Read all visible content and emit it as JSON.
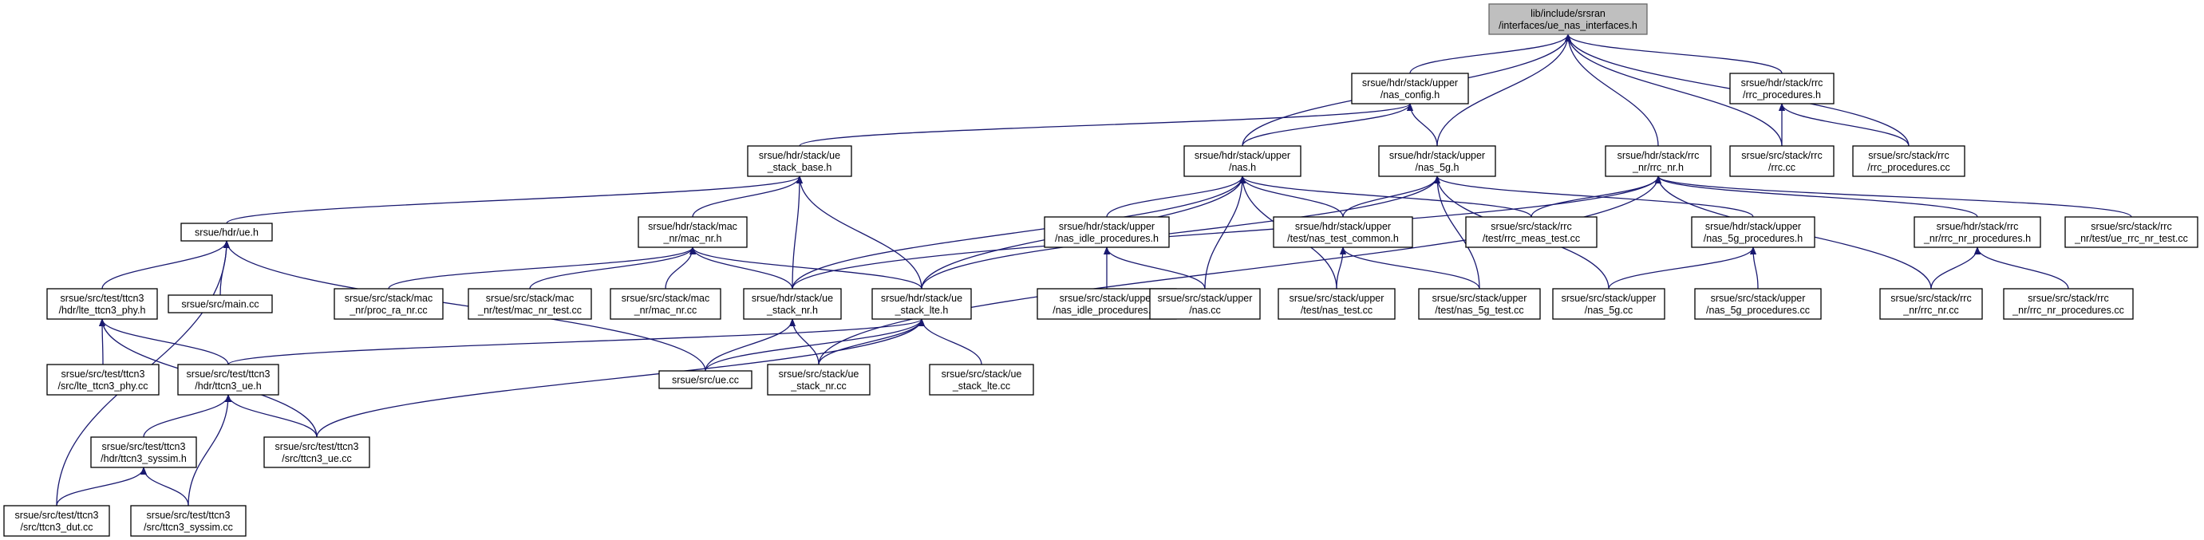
{
  "nodes": [
    {
      "id": "root",
      "lines": [
        "lib/include/srsran",
        "/interfaces/ue_nas_interfaces.h"
      ],
      "root": true
    },
    {
      "id": "nas_config",
      "lines": [
        "srsue/hdr/stack/upper",
        "/nas_config.h"
      ]
    },
    {
      "id": "rrc_procedures_h",
      "lines": [
        "srsue/hdr/stack/rrc",
        "/rrc_procedures.h"
      ]
    },
    {
      "id": "ue_stack_base",
      "lines": [
        "srsue/hdr/stack/ue",
        "_stack_base.h"
      ]
    },
    {
      "id": "nas_h",
      "lines": [
        "srsue/hdr/stack/upper",
        "/nas.h"
      ]
    },
    {
      "id": "nas_5g_h",
      "lines": [
        "srsue/hdr/stack/upper",
        "/nas_5g.h"
      ]
    },
    {
      "id": "rrc_nr_h",
      "lines": [
        "srsue/hdr/stack/rrc",
        "_nr/rrc_nr.h"
      ]
    },
    {
      "id": "rrc_cc",
      "lines": [
        "srsue/src/stack/rrc",
        "/rrc.cc"
      ]
    },
    {
      "id": "rrc_procedures_cc",
      "lines": [
        "srsue/src/stack/rrc",
        "/rrc_procedures.cc"
      ]
    },
    {
      "id": "ue_h",
      "lines": [
        "srsue/hdr/ue.h"
      ]
    },
    {
      "id": "mac_nr_h",
      "lines": [
        "srsue/hdr/stack/mac",
        "_nr/mac_nr.h"
      ]
    },
    {
      "id": "nas_idle_procedures_h",
      "lines": [
        "srsue/hdr/stack/upper",
        "/nas_idle_procedures.h"
      ]
    },
    {
      "id": "nas_test_common_h",
      "lines": [
        "srsue/hdr/stack/upper",
        "/test/nas_test_common.h"
      ]
    },
    {
      "id": "rrc_meas_test_cc",
      "lines": [
        "srsue/src/stack/rrc",
        "/test/rrc_meas_test.cc"
      ]
    },
    {
      "id": "nas_5g_procedures_h",
      "lines": [
        "srsue/hdr/stack/upper",
        "/nas_5g_procedures.h"
      ]
    },
    {
      "id": "rrc_nr_procedures_h",
      "lines": [
        "srsue/hdr/stack/rrc",
        "_nr/rrc_nr_procedures.h"
      ]
    },
    {
      "id": "ue_rrc_nr_test_cc",
      "lines": [
        "srsue/src/stack/rrc",
        "_nr/test/ue_rrc_nr_test.cc"
      ]
    },
    {
      "id": "lte_ttcn3_phy_h",
      "lines": [
        "srsue/src/test/ttcn3",
        "/hdr/lte_ttcn3_phy.h"
      ]
    },
    {
      "id": "main_cc",
      "lines": [
        "srsue/src/main.cc"
      ]
    },
    {
      "id": "proc_ra_nr_cc",
      "lines": [
        "srsue/src/stack/mac",
        "_nr/proc_ra_nr.cc"
      ]
    },
    {
      "id": "mac_nr_test_cc",
      "lines": [
        "srsue/src/stack/mac",
        "_nr/test/mac_nr_test.cc"
      ]
    },
    {
      "id": "mac_nr_cc",
      "lines": [
        "srsue/src/stack/mac",
        "_nr/mac_nr.cc"
      ]
    },
    {
      "id": "ue_stack_nr_h",
      "lines": [
        "srsue/hdr/stack/ue",
        "_stack_nr.h"
      ]
    },
    {
      "id": "ue_stack_lte_h",
      "lines": [
        "srsue/hdr/stack/ue",
        "_stack_lte.h"
      ]
    },
    {
      "id": "nas_idle_procedures_cc",
      "lines": [
        "srsue/src/stack/upper",
        "/nas_idle_procedures.cc"
      ]
    },
    {
      "id": "nas_cc",
      "lines": [
        "srsue/src/stack/upper",
        "/nas.cc"
      ]
    },
    {
      "id": "nas_test_cc",
      "lines": [
        "srsue/src/stack/upper",
        "/test/nas_test.cc"
      ]
    },
    {
      "id": "nas_5g_test_cc",
      "lines": [
        "srsue/src/stack/upper",
        "/test/nas_5g_test.cc"
      ]
    },
    {
      "id": "nas_5g_cc",
      "lines": [
        "srsue/src/stack/upper",
        "/nas_5g.cc"
      ]
    },
    {
      "id": "nas_5g_procedures_cc",
      "lines": [
        "srsue/src/stack/upper",
        "/nas_5g_procedures.cc"
      ]
    },
    {
      "id": "rrc_nr_cc",
      "lines": [
        "srsue/src/stack/rrc",
        "_nr/rrc_nr.cc"
      ]
    },
    {
      "id": "rrc_nr_procedures_cc",
      "lines": [
        "srsue/src/stack/rrc",
        "_nr/rrc_nr_procedures.cc"
      ]
    },
    {
      "id": "lte_ttcn3_phy_cc",
      "lines": [
        "srsue/src/test/ttcn3",
        "/src/lte_ttcn3_phy.cc"
      ]
    },
    {
      "id": "ttcn3_ue_h",
      "lines": [
        "srsue/src/test/ttcn3",
        "/hdr/ttcn3_ue.h"
      ]
    },
    {
      "id": "ue_cc",
      "lines": [
        "srsue/src/ue.cc"
      ]
    },
    {
      "id": "ue_stack_nr_cc",
      "lines": [
        "srsue/src/stack/ue",
        "_stack_nr.cc"
      ]
    },
    {
      "id": "ue_stack_lte_cc",
      "lines": [
        "srsue/src/stack/ue",
        "_stack_lte.cc"
      ]
    },
    {
      "id": "ttcn3_syssim_h",
      "lines": [
        "srsue/src/test/ttcn3",
        "/hdr/ttcn3_syssim.h"
      ]
    },
    {
      "id": "ttcn3_ue_cc",
      "lines": [
        "srsue/src/test/ttcn3",
        "/src/ttcn3_ue.cc"
      ]
    },
    {
      "id": "ttcn3_dut_cc",
      "lines": [
        "srsue/src/test/ttcn3",
        "/src/ttcn3_dut.cc"
      ]
    },
    {
      "id": "ttcn3_syssim_cc",
      "lines": [
        "srsue/src/test/ttcn3",
        "/src/ttcn3_syssim.cc"
      ]
    }
  ],
  "edges": [
    [
      "nas_config",
      "root"
    ],
    [
      "rrc_procedures_h",
      "root"
    ],
    [
      "nas_h",
      "root"
    ],
    [
      "nas_5g_h",
      "root"
    ],
    [
      "rrc_nr_h",
      "root"
    ],
    [
      "rrc_cc",
      "root"
    ],
    [
      "rrc_procedures_cc",
      "root"
    ],
    [
      "ue_stack_base",
      "nas_config"
    ],
    [
      "nas_h",
      "nas_config"
    ],
    [
      "nas_5g_h",
      "nas_config"
    ],
    [
      "rrc_cc",
      "rrc_procedures_h"
    ],
    [
      "rrc_procedures_cc",
      "rrc_procedures_h"
    ],
    [
      "ue_h",
      "ue_stack_base"
    ],
    [
      "mac_nr_h",
      "ue_stack_base"
    ],
    [
      "ue_stack_nr_h",
      "ue_stack_base"
    ],
    [
      "ue_stack_lte_h",
      "ue_stack_base"
    ],
    [
      "nas_idle_procedures_h",
      "nas_h"
    ],
    [
      "nas_test_common_h",
      "nas_h"
    ],
    [
      "rrc_meas_test_cc",
      "nas_h"
    ],
    [
      "ue_stack_nr_h",
      "nas_h"
    ],
    [
      "ue_stack_lte_h",
      "nas_h"
    ],
    [
      "nas_cc",
      "nas_h"
    ],
    [
      "nas_test_cc",
      "nas_h"
    ],
    [
      "nas_test_common_h",
      "nas_5g_h"
    ],
    [
      "nas_5g_procedures_h",
      "nas_5g_h"
    ],
    [
      "nas_5g_test_cc",
      "nas_5g_h"
    ],
    [
      "nas_5g_cc",
      "nas_5g_h"
    ],
    [
      "ue_stack_lte_h",
      "nas_5g_h"
    ],
    [
      "rrc_meas_test_cc",
      "rrc_nr_h"
    ],
    [
      "rrc_nr_procedures_h",
      "rrc_nr_h"
    ],
    [
      "ue_rrc_nr_test_cc",
      "rrc_nr_h"
    ],
    [
      "rrc_nr_cc",
      "rrc_nr_h"
    ],
    [
      "ue_stack_nr_h",
      "rrc_nr_h"
    ],
    [
      "ue_stack_nr_cc",
      "rrc_nr_h"
    ],
    [
      "lte_ttcn3_phy_h",
      "ue_h"
    ],
    [
      "main_cc",
      "ue_h"
    ],
    [
      "ue_cc",
      "ue_h"
    ],
    [
      "ttcn3_dut_cc",
      "ue_h"
    ],
    [
      "proc_ra_nr_cc",
      "mac_nr_h"
    ],
    [
      "mac_nr_test_cc",
      "mac_nr_h"
    ],
    [
      "mac_nr_cc",
      "mac_nr_h"
    ],
    [
      "ue_stack_nr_h",
      "mac_nr_h"
    ],
    [
      "ue_stack_lte_h",
      "mac_nr_h"
    ],
    [
      "nas_idle_procedures_cc",
      "nas_idle_procedures_h"
    ],
    [
      "nas_cc",
      "nas_idle_procedures_h"
    ],
    [
      "nas_test_cc",
      "nas_test_common_h"
    ],
    [
      "nas_5g_test_cc",
      "nas_test_common_h"
    ],
    [
      "nas_5g_cc",
      "nas_5g_procedures_h"
    ],
    [
      "nas_5g_procedures_cc",
      "nas_5g_procedures_h"
    ],
    [
      "rrc_nr_cc",
      "rrc_nr_procedures_h"
    ],
    [
      "rrc_nr_procedures_cc",
      "rrc_nr_procedures_h"
    ],
    [
      "lte_ttcn3_phy_cc",
      "lte_ttcn3_phy_h"
    ],
    [
      "ttcn3_ue_h",
      "lte_ttcn3_phy_h"
    ],
    [
      "ttcn3_ue_cc",
      "lte_ttcn3_phy_h"
    ],
    [
      "ue_cc",
      "ue_stack_nr_h"
    ],
    [
      "ue_stack_nr_cc",
      "ue_stack_nr_h"
    ],
    [
      "ttcn3_ue_h",
      "ue_stack_lte_h"
    ],
    [
      "ue_cc",
      "ue_stack_lte_h"
    ],
    [
      "ue_stack_nr_cc",
      "ue_stack_lte_h"
    ],
    [
      "ue_stack_lte_cc",
      "ue_stack_lte_h"
    ],
    [
      "ttcn3_ue_cc",
      "ue_stack_lte_h"
    ],
    [
      "ttcn3_syssim_h",
      "ttcn3_ue_h"
    ],
    [
      "ttcn3_ue_cc",
      "ttcn3_ue_h"
    ],
    [
      "ttcn3_syssim_cc",
      "ttcn3_ue_h"
    ],
    [
      "ttcn3_dut_cc",
      "ttcn3_syssim_h"
    ],
    [
      "ttcn3_syssim_cc",
      "ttcn3_syssim_h"
    ]
  ]
}
